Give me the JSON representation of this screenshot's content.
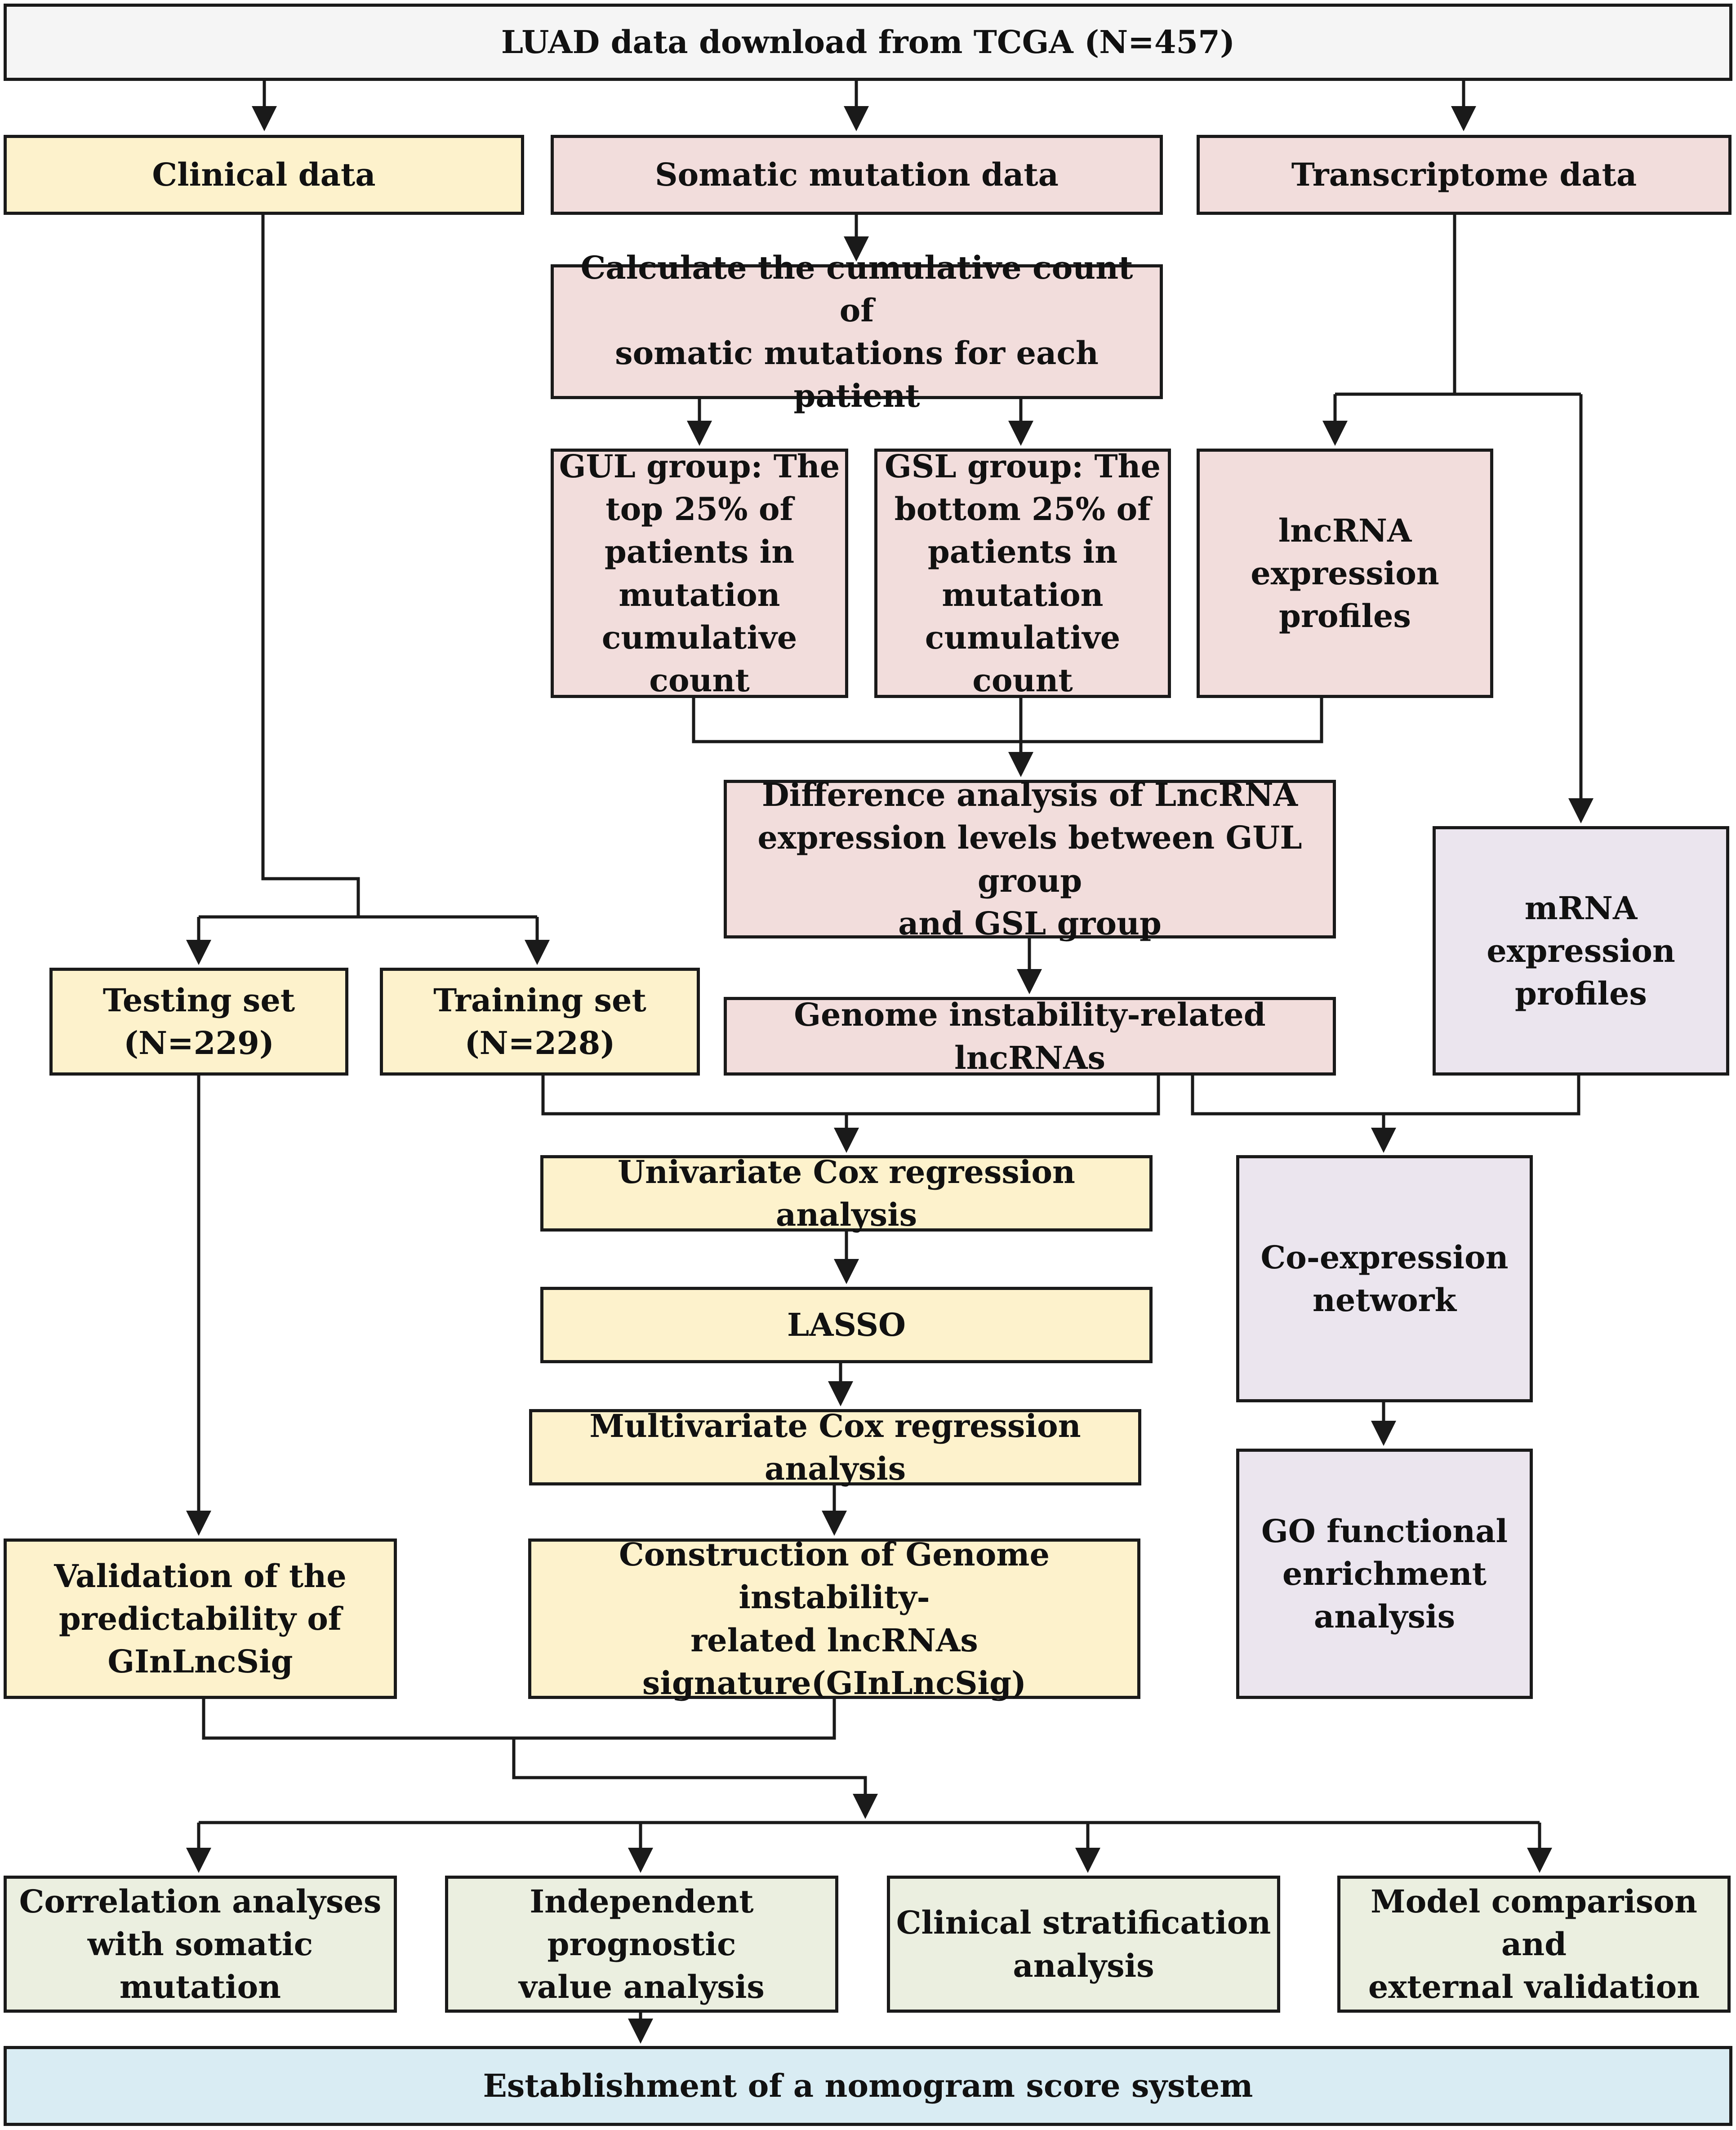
{
  "nodes": {
    "tcga": "LUAD data download from TCGA (N=457)",
    "clinical": "Clinical data",
    "somatic": "Somatic mutation data",
    "transcriptome": "Transcriptome data",
    "calc": "Calculate the cumulative count of\nsomatic mutations for each patient",
    "gul": "GUL group: The\ntop 25% of\npatients in\nmutation\ncumulative count",
    "gsl": "GSL group: The\nbottom 25% of\npatients in\nmutation\ncumulative count",
    "lncrna": "lncRNA\nexpression\nprofiles",
    "diff": "Difference analysis of LncRNA\nexpression levels between GUL group\nand GSL group",
    "mrna": "mRNA\nexpression\nprofiles",
    "testing": "Testing set\n(N=229)",
    "training": "Training set\n(N=228)",
    "genome": "Genome instability-related lncRNAs",
    "univariate": "Univariate Cox regression analysis",
    "coexp": "Co-expression\nnetwork",
    "lasso": "LASSO",
    "multivariate": "Multivariate Cox regression analysis",
    "go": "GO functional\nenrichment\nanalysis",
    "validation": "Validation of the\npredictability of\nGInLncSig",
    "construction": "Construction of Genome instability-\nrelated lncRNAs\nsignature(GInLncSig)",
    "correlation": "Correlation analyses\nwith somatic mutation",
    "independent": "Independent prognostic\nvalue analysis",
    "stratification": "Clinical stratification\nanalysis",
    "model": "Model comparison and\nexternal validation",
    "nomogram": "Establishment of a nomogram score system"
  },
  "colors": {
    "header": "#f5f5f5",
    "clinical": "#fdf2cc",
    "mutation": "#f2dddc",
    "mrna": "#ebe5ee",
    "outcomes": "#ebefe0",
    "nomogram": "#d9ecf3",
    "line": "#1a1a1a"
  }
}
